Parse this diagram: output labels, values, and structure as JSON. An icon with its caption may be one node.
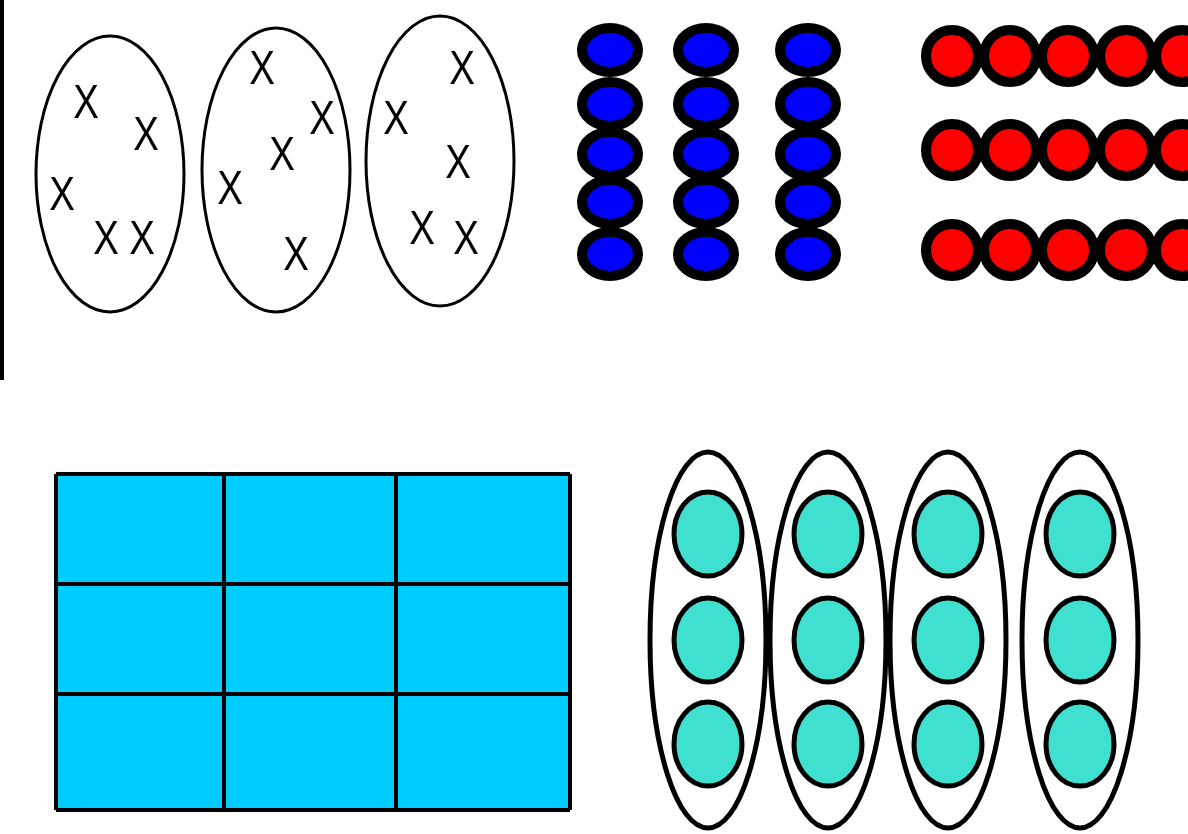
{
  "diagram": {
    "nodes": [
      {
        "text": [
          "X",
          "X",
          "X",
          "X",
          "X"
        ]
      },
      {
        "text": [
          "X",
          "X",
          "X",
          "X",
          "X"
        ]
      },
      {
        "text": [
          "X",
          "X",
          "X",
          "X",
          "X"
        ]
      },
      {
        "text": [],
        "shape": "ellipse"
      },
      {
        "text": [],
        "shape": "ellipse"
      },
      {
        "text": [],
        "shape": "ellipse"
      },
      {
        "text": [],
        "shape": "ellipse"
      }
    ]
  }
}
